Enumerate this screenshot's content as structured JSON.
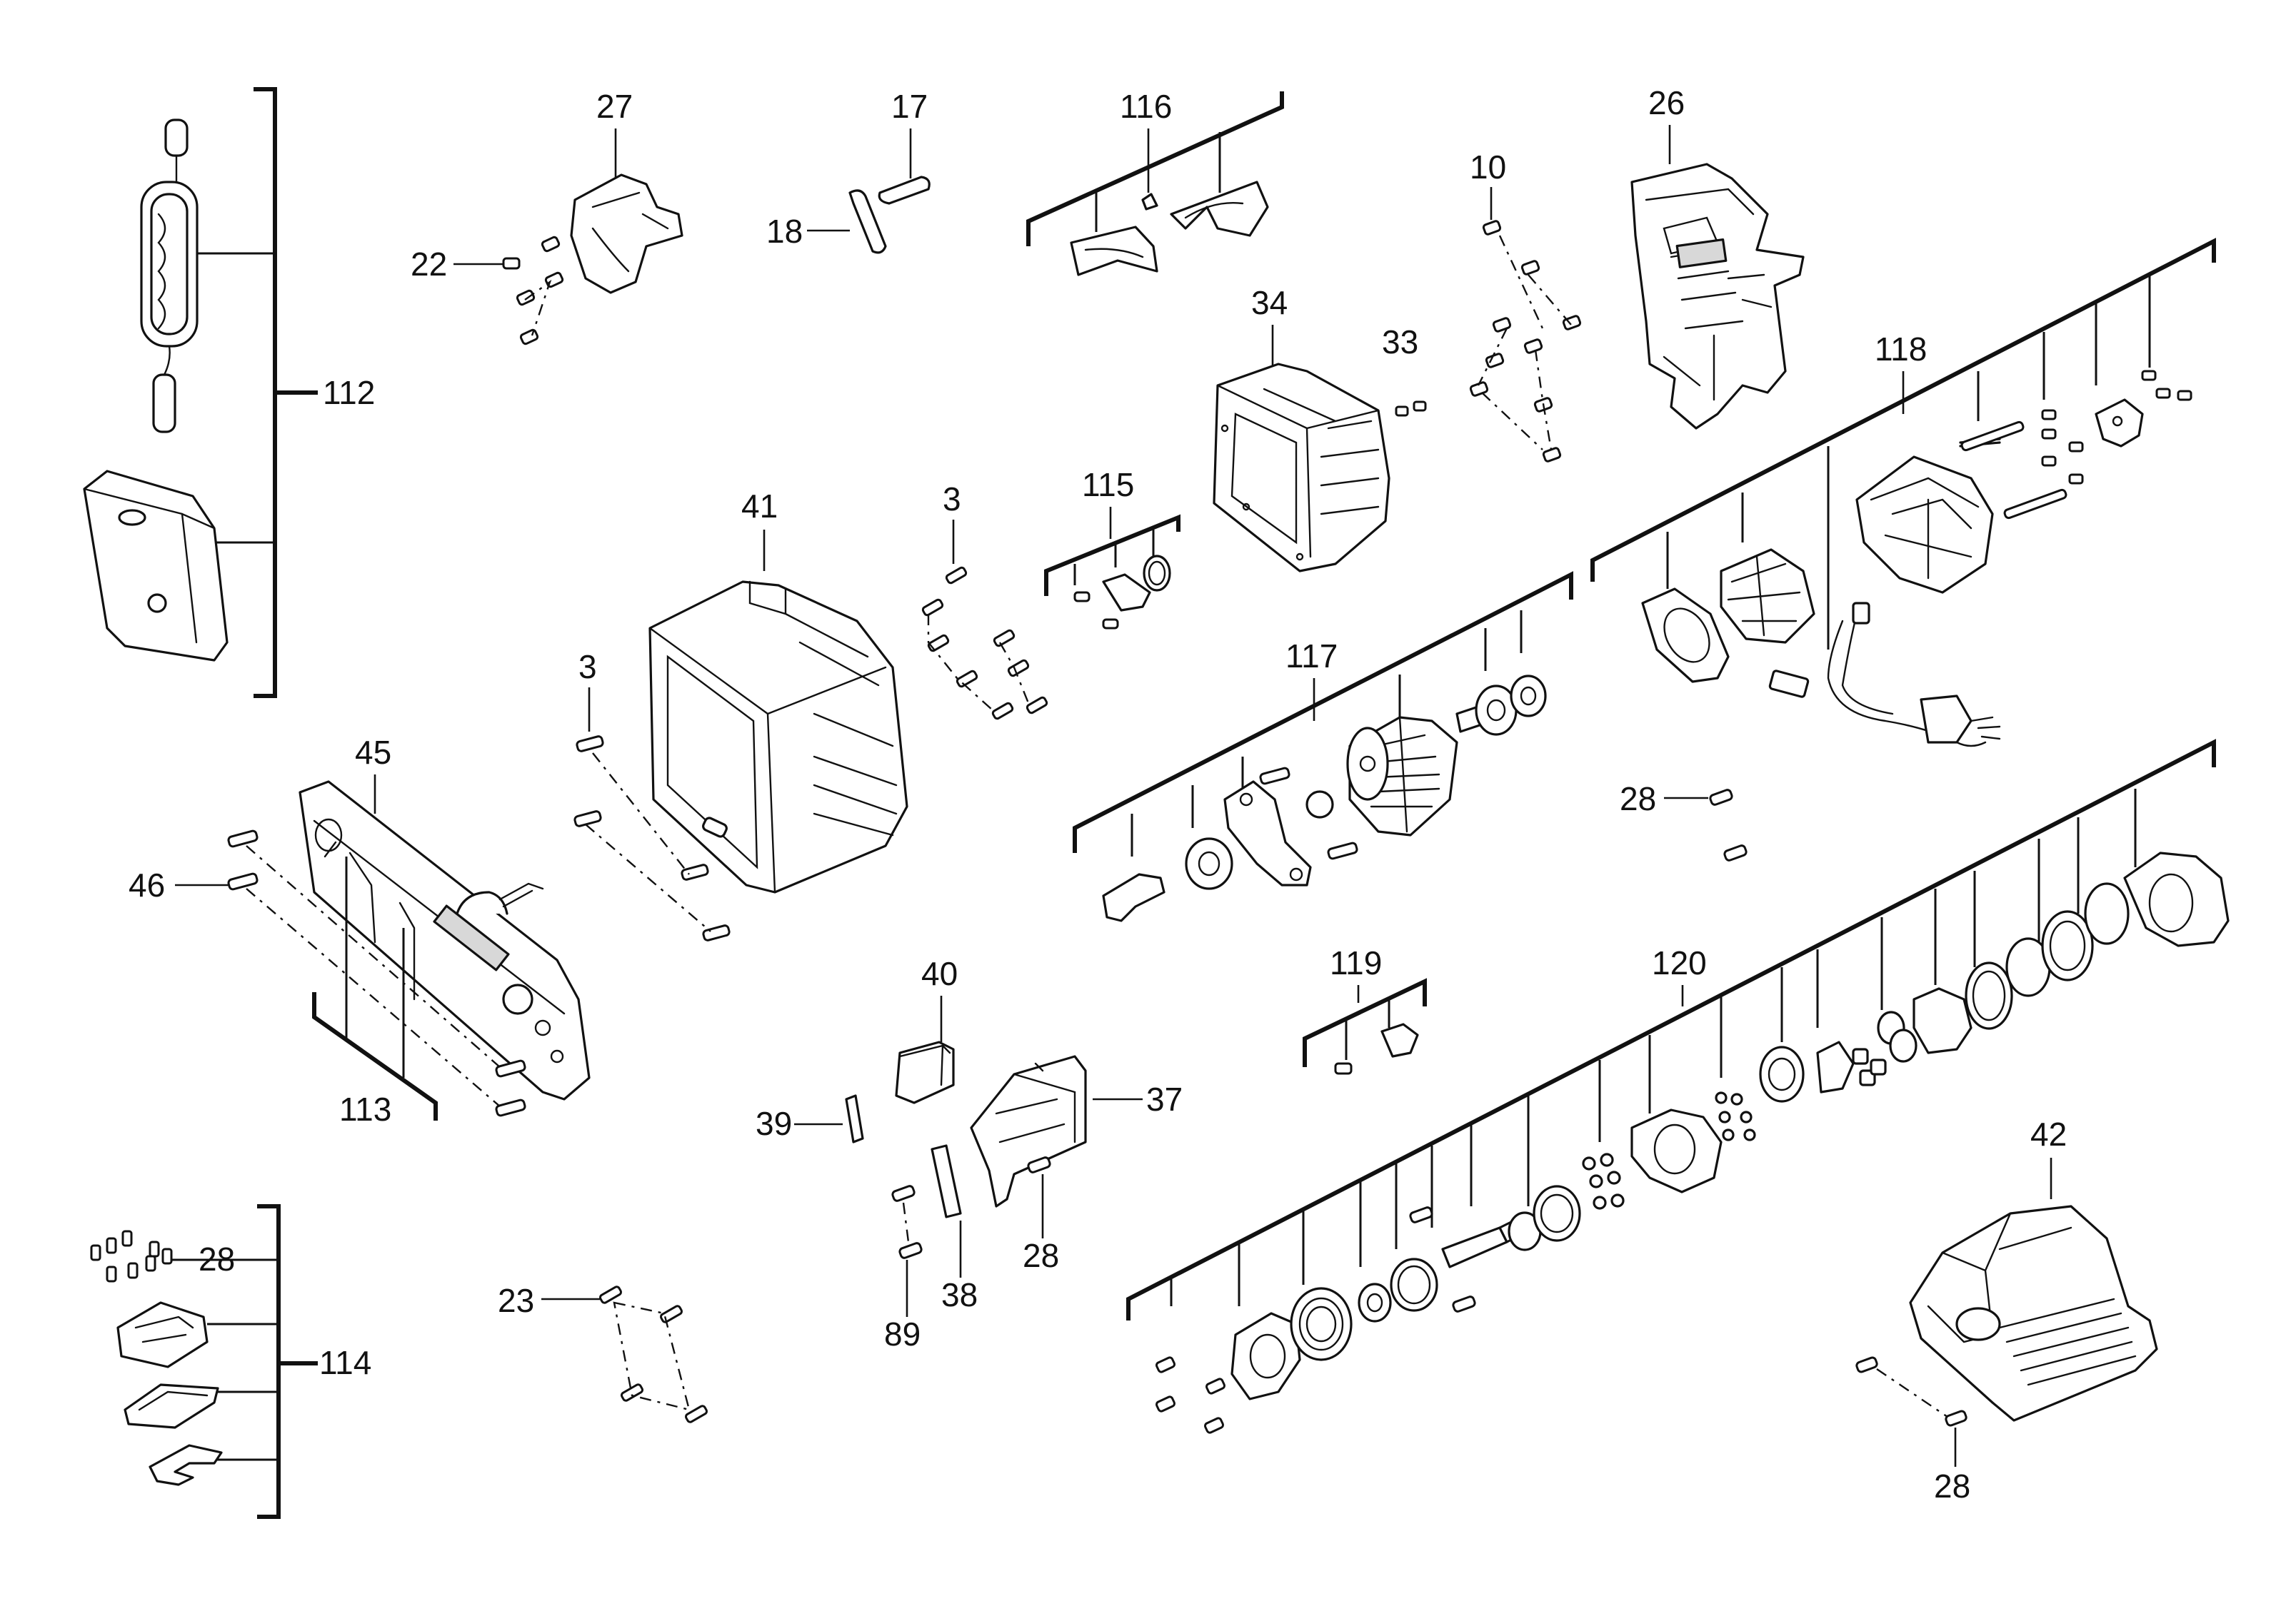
{
  "callouts": {
    "c3a": "3",
    "c3b": "3",
    "c10": "10",
    "c17": "17",
    "c18": "18",
    "c22": "22",
    "c23": "23",
    "c26": "26",
    "c27": "27",
    "c28a": "28",
    "c28b": "28",
    "c28c": "28",
    "c28d": "28",
    "c33": "33",
    "c34": "34",
    "c37": "37",
    "c38": "38",
    "c39": "39",
    "c40": "40",
    "c41": "41",
    "c42": "42",
    "c45": "45",
    "c46": "46",
    "c89": "89",
    "c112": "112",
    "c113": "113",
    "c114": "114",
    "c115": "115",
    "c116": "116",
    "c117": "117",
    "c118": "118",
    "c119": "119",
    "c120": "120"
  },
  "colors": {
    "line": "#111111",
    "fill": "#ffffff",
    "shade": "#d8d8d8"
  }
}
